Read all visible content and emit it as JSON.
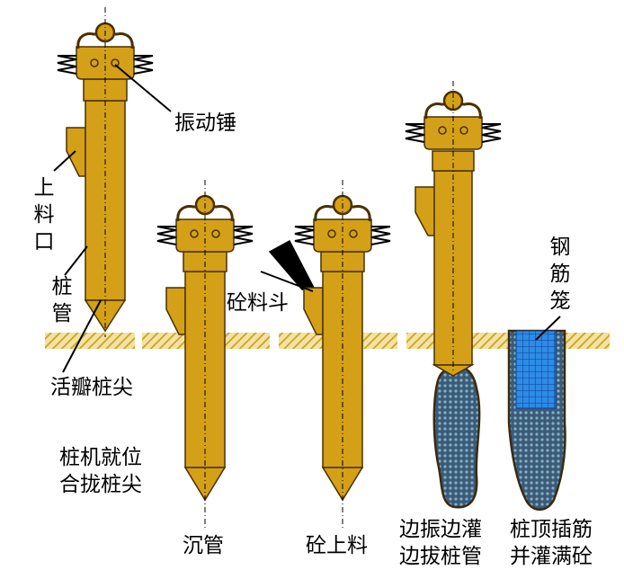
{
  "labels": {
    "vibration_hammer": "振动锤",
    "feed_opening": "上料口",
    "pile_tube": "桩管",
    "hinged_pile_tip": "活瓣桩尖",
    "concrete_hopper": "砼料斗",
    "rebar_cage": "钢筋笼"
  },
  "steps": [
    {
      "caption": "桩机就位\n合拢桩尖"
    },
    {
      "caption": "沉管"
    },
    {
      "caption": "砼上料"
    },
    {
      "caption": "边振边灌\n边拔桩管"
    },
    {
      "caption": "桩顶插筋\n并灌满砼"
    }
  ],
  "colors": {
    "pile": "#D4A017",
    "pile_outline": "#4A3000",
    "ground_hatch": "#C9A227",
    "concrete": "#3C5A78",
    "concrete_dots": "#7FB2C6",
    "cage": "#2E8BE6",
    "hopper": "#000000"
  }
}
